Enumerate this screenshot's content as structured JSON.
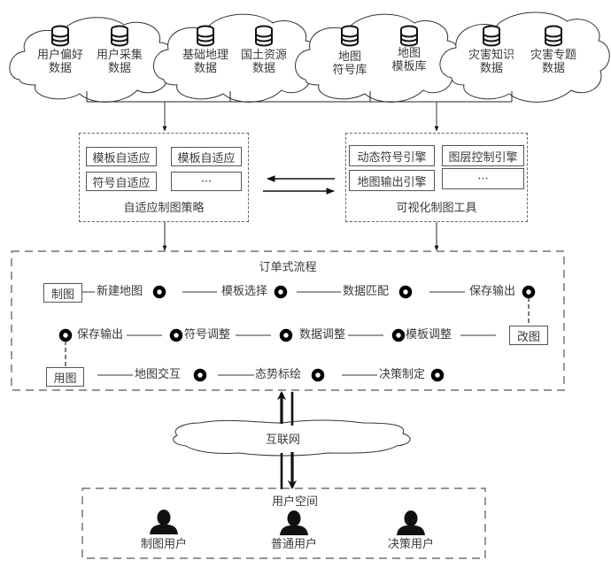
{
  "data_sources": {
    "clouds": [
      {
        "items": [
          {
            "label_line1": "用户偏好",
            "label_line2": "数据",
            "icon": "database-icon"
          },
          {
            "label_line1": "用户采集",
            "label_line2": "数据",
            "icon": "database-icon"
          }
        ]
      },
      {
        "items": [
          {
            "label_line1": "基础地理",
            "label_line2": "数据",
            "icon": "database-icon"
          },
          {
            "label_line1": "国土资源",
            "label_line2": "数据",
            "icon": "database-icon"
          }
        ]
      },
      {
        "items": [
          {
            "label_line1": "地图",
            "label_line2": "符号库",
            "icon": "database-icon"
          },
          {
            "label_line1": "地图",
            "label_line2": "模板库",
            "icon": "database-icon"
          }
        ]
      },
      {
        "items": [
          {
            "label_line1": "灾害知识",
            "label_line2": "数据",
            "icon": "database-icon"
          },
          {
            "label_line1": "灾害专题",
            "label_line2": "数据",
            "icon": "database-icon"
          }
        ]
      }
    ]
  },
  "strategy": {
    "title": "自适应制图策略",
    "items": [
      "模板自适应",
      "模板自适应",
      "符号自适应",
      "···"
    ]
  },
  "tools": {
    "title": "可视化制图工具",
    "items": [
      "动态符号引擎",
      "图层控制引擎",
      "地图输出引擎",
      "···"
    ]
  },
  "workflow": {
    "title": "订单式流程",
    "row1": {
      "start": "制图",
      "steps": [
        "新建地图",
        "模板选择",
        "数据匹配",
        "保存输出"
      ]
    },
    "row2": {
      "start": "改图",
      "steps": [
        "模板调整",
        "数据调整",
        "符号调整",
        "保存输出"
      ]
    },
    "row3": {
      "start": "用图",
      "steps": [
        "地图交互",
        "态势标绘",
        "决策制定"
      ]
    }
  },
  "internet": {
    "label": "互联网"
  },
  "user_space": {
    "title": "用户空间",
    "users": [
      {
        "label": "制图用户",
        "icon": "user-icon"
      },
      {
        "label": "普通用户",
        "icon": "user-icon"
      },
      {
        "label": "决策用户",
        "icon": "user-icon"
      }
    ]
  }
}
